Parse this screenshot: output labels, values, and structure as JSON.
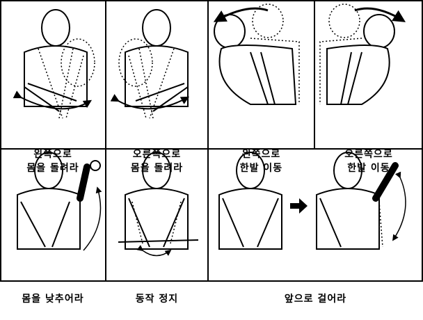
{
  "panels": [
    {
      "id": "turn-left",
      "caption_lines": [
        "왼쪽으로",
        "몸을 돌려라"
      ]
    },
    {
      "id": "turn-right",
      "caption_lines": [
        "오른쪽으로",
        "몸을 돌려라"
      ]
    },
    {
      "id": "step-left",
      "caption_lines": [
        "왼쪽으로",
        "한발 이동"
      ]
    },
    {
      "id": "step-right",
      "caption_lines": [
        "오른쪽으로",
        "한발 이동"
      ]
    },
    {
      "id": "lower-body",
      "caption_lines": [
        "몸을 낮추어라"
      ]
    },
    {
      "id": "stop",
      "caption_lines": [
        "동작 정지"
      ]
    },
    {
      "id": "walk-forward",
      "caption_lines": [
        "앞으로 걸어라"
      ]
    }
  ],
  "icons": {
    "curve-arrow": "curved-arrow-icon",
    "ok-hand": "ok-hand-icon",
    "right-arrow": "right-arrow-icon"
  }
}
